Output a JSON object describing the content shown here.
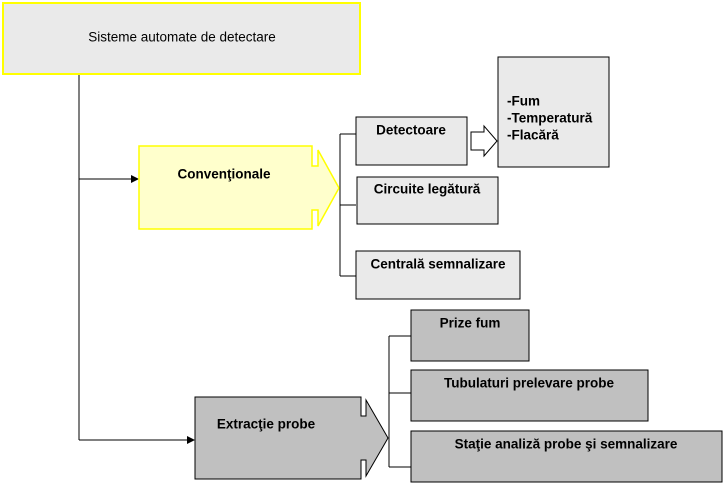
{
  "colors": {
    "yellow_fill": "#ffffcc",
    "yellow_border": "#ffff00",
    "light_gray": "#eaeaea",
    "mid_gray": "#c0c0c0",
    "line": "#000000"
  },
  "title": "Sisteme automate de detectare",
  "conventional": {
    "label": "Convenţionale",
    "children": {
      "detectors": "Detectoare",
      "circuits": "Circuite legătură",
      "central": "Centrală semnalizare"
    },
    "detector_types": [
      "-Fum",
      "-Temperatură",
      "-Flacără"
    ]
  },
  "extraction": {
    "label": "Extracţie probe",
    "children": {
      "smoke_ports": "Prize fum",
      "sampling_tubes": "Tubulaturi prelevare probe",
      "analysis_station": "Staţie analiză probe şi semnalizare"
    }
  }
}
